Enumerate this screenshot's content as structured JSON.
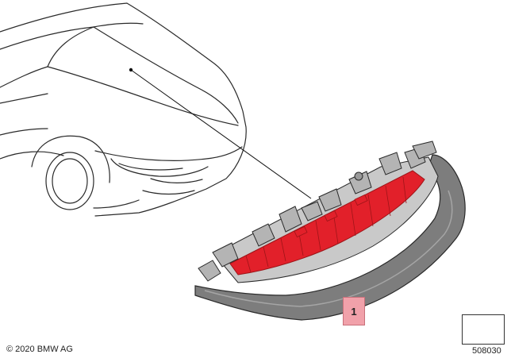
{
  "diagram": {
    "callout_number": "1",
    "copyright": "© 2020 BMW AG",
    "drawing_number": "508030"
  },
  "colors": {
    "line": "#2a2a2a",
    "lamp_red": "#e2202a",
    "lamp_red_dark": "#9e1418",
    "housing_grey": "#7d7d7d",
    "housing_light": "#c9c9c9",
    "callout_fill": "#f1a1aa"
  }
}
